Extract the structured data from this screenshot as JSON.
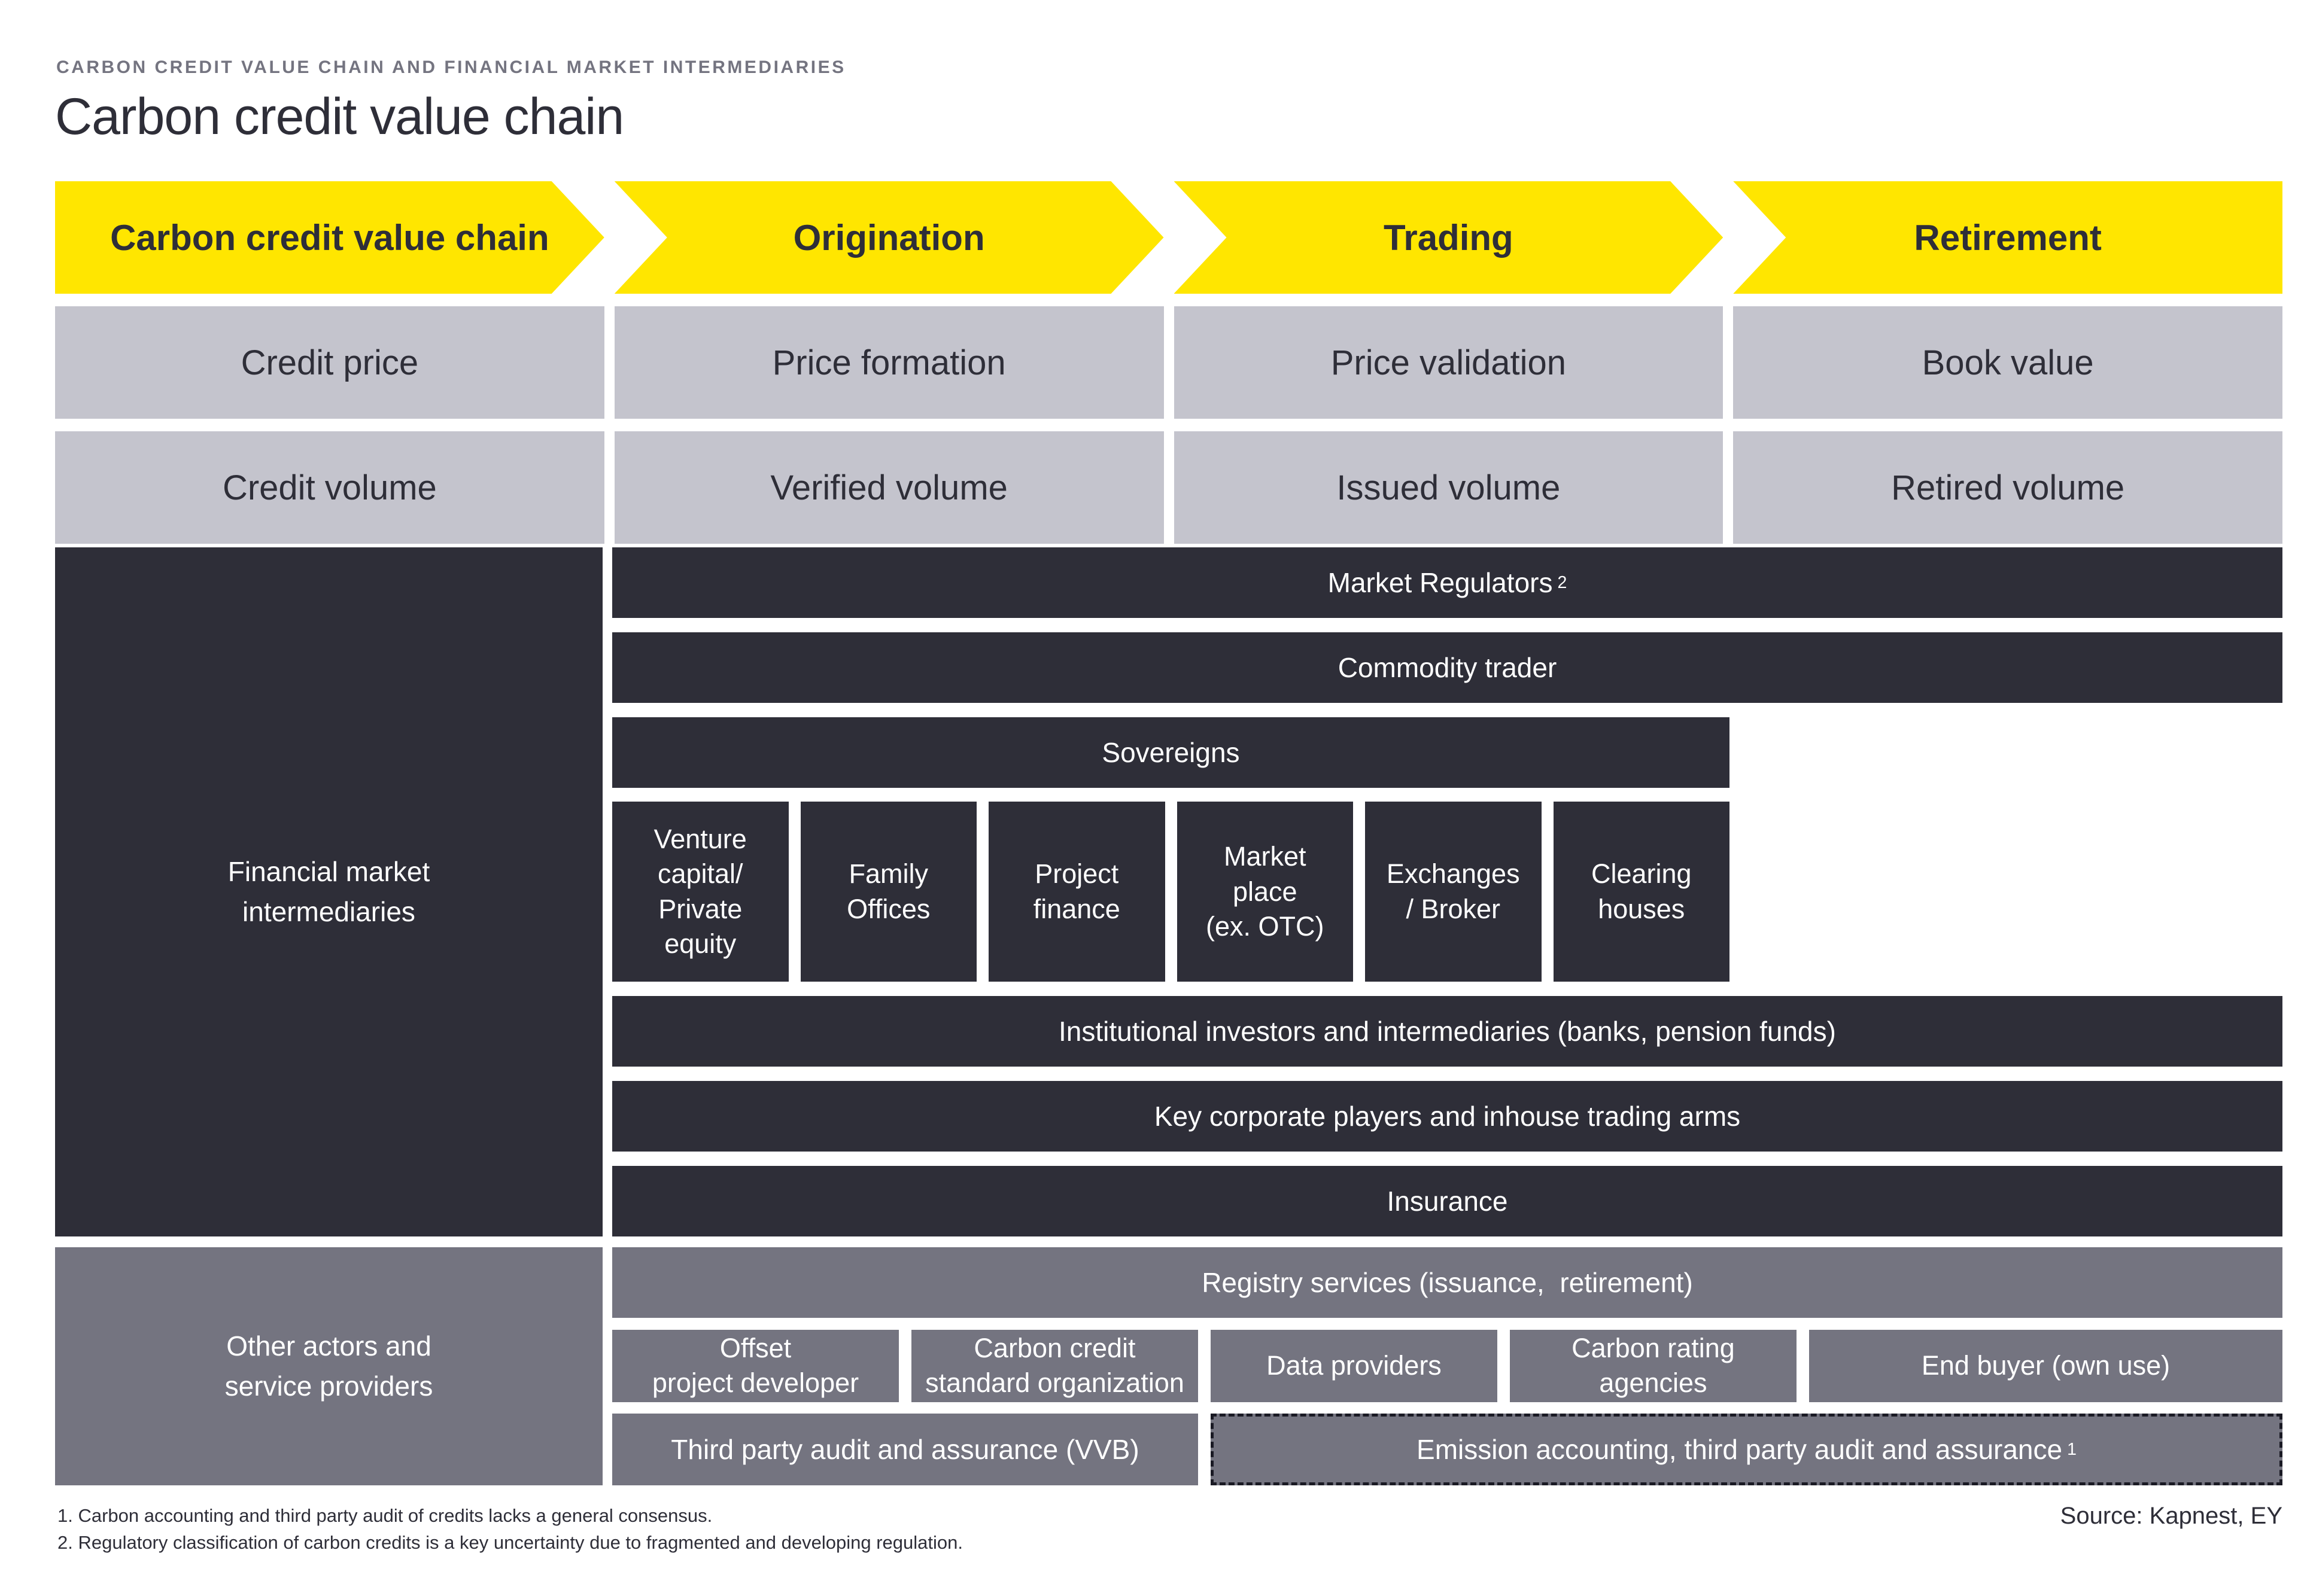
{
  "header": {
    "eyebrow": "CARBON CREDIT VALUE CHAIN AND FINANCIAL MARKET INTERMEDIARIES",
    "title": "Carbon credit value chain"
  },
  "stages": [
    {
      "label": "Carbon credit value chain"
    },
    {
      "label": "Origination"
    },
    {
      "label": "Trading"
    },
    {
      "label": "Retirement"
    }
  ],
  "metrics": {
    "price": [
      "Credit price",
      "Price formation",
      "Price validation",
      "Book value"
    ],
    "volume": [
      "Credit volume",
      "Verified volume",
      "Issued volume",
      "Retired volume"
    ]
  },
  "fmi": {
    "label": "Financial market\nintermediaries",
    "market_regulators": {
      "text": "Market Regulators",
      "sup": "2"
    },
    "commodity_trader": "Commodity trader",
    "sovereigns": "Sovereigns",
    "boxes": [
      "Venture\ncapital/\nPrivate\nequity",
      "Family\nOffices",
      "Project\nfinance",
      "Market\nplace\n(ex. OTC)",
      "Exchanges\n/ Broker",
      "Clearing\nhouses"
    ],
    "institutional": "Institutional investors and intermediaries (banks, pension funds)",
    "key_corporate": "Key corporate players and inhouse trading arms",
    "insurance": "Insurance"
  },
  "others": {
    "label": "Other actors and\nservice providers",
    "registry": "Registry services (issuance,  retirement)",
    "boxes": [
      "Offset\nproject developer",
      "Carbon credit\nstandard organization",
      "Data providers",
      "Carbon rating\nagencies",
      "End buyer (own use)"
    ],
    "third_party": "Third party audit and assurance (VVB)",
    "emission": {
      "text": "Emission accounting, third party audit and assurance",
      "sup": "1"
    }
  },
  "footnotes": [
    "1. Carbon accounting and third party audit of credits lacks a general consensus.",
    "2. Regulatory classification of carbon credits is a key uncertainty due to fragmented and developing regulation."
  ],
  "source": "Source: Kapnest, EY",
  "colors": {
    "yellow": "#FFE600",
    "dark": "#2E2E38",
    "gray": "#747480",
    "light_gray": "#C4C4CD",
    "white": "#FFFFFF"
  }
}
